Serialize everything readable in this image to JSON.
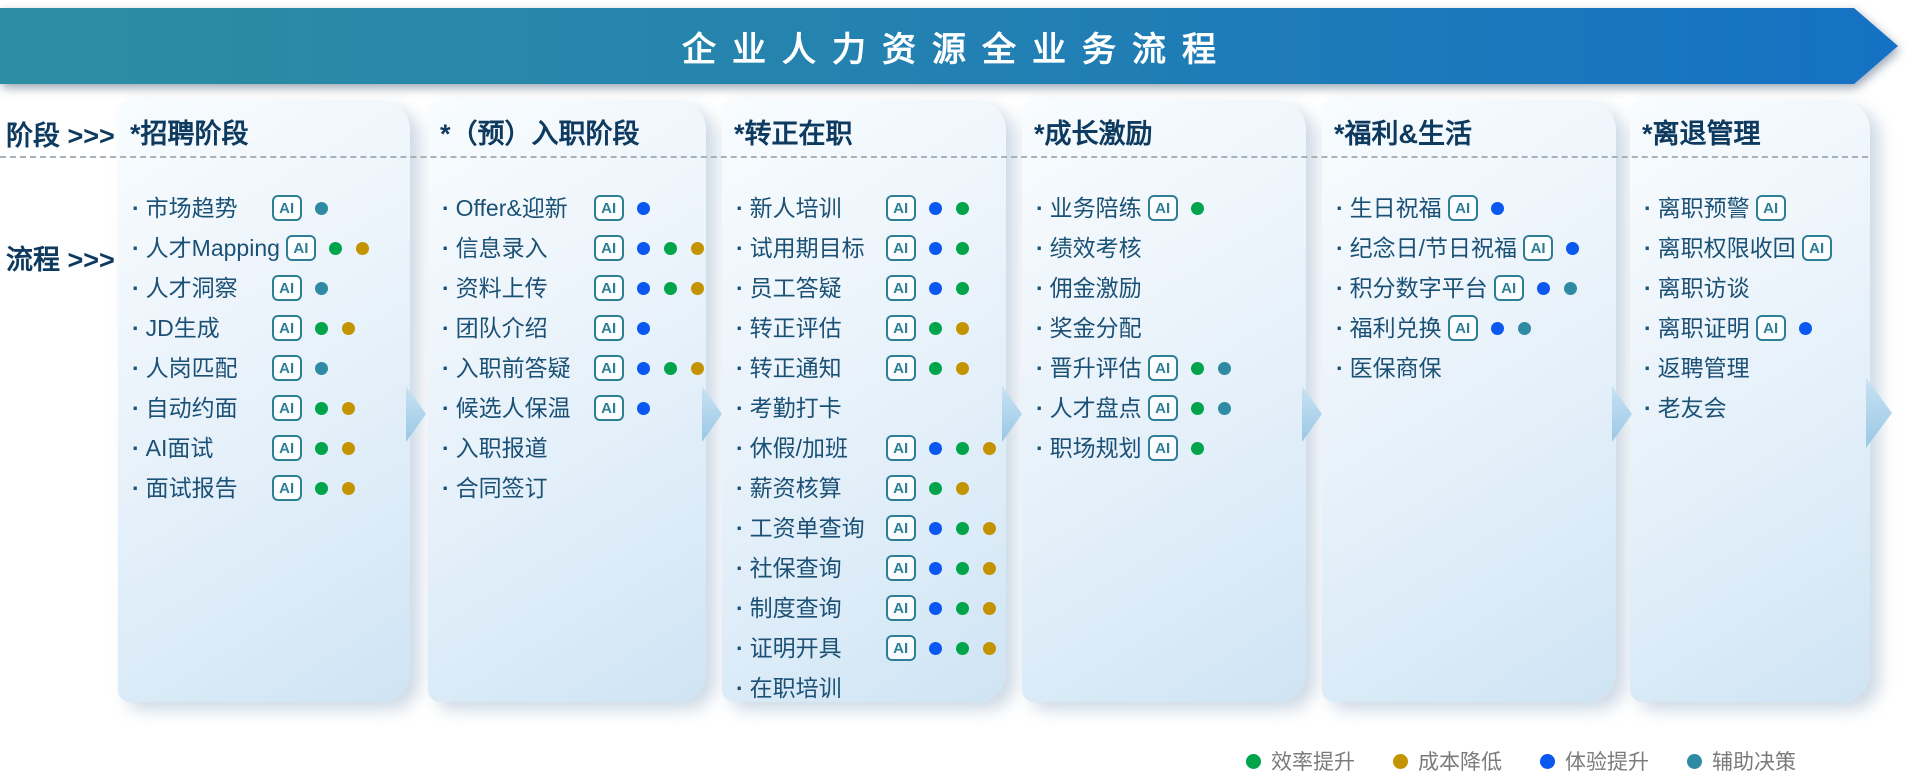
{
  "title": "企业人力资源全业务流程",
  "row_labels": {
    "stage": "阶段 >>>",
    "process": "流程 >>>"
  },
  "ai_badge_label": "AI",
  "colors": {
    "efficiency": "#00A54B",
    "cost": "#C49400",
    "experience": "#0A58F0",
    "decision": "#2F8BA3",
    "banner_left": "#2D8DA2",
    "banner_right": "#1571C3",
    "navy": "#0E3A5F"
  },
  "legend": [
    {
      "label": "效率提升",
      "color": "efficiency"
    },
    {
      "label": "成本降低",
      "color": "cost"
    },
    {
      "label": "体验提升",
      "color": "experience"
    },
    {
      "label": "辅助决策",
      "color": "decision"
    }
  ],
  "columns": [
    {
      "header": "*招聘阶段",
      "items": [
        {
          "label": "市场趋势",
          "ai": true,
          "dots": [
            "decision"
          ]
        },
        {
          "label": "人才Mapping",
          "ai": true,
          "dots": [
            "efficiency",
            "cost"
          ]
        },
        {
          "label": "人才洞察",
          "ai": true,
          "dots": [
            "decision"
          ]
        },
        {
          "label": "JD生成",
          "ai": true,
          "dots": [
            "efficiency",
            "cost"
          ]
        },
        {
          "label": "人岗匹配",
          "ai": true,
          "dots": [
            "decision"
          ]
        },
        {
          "label": "自动约面",
          "ai": true,
          "dots": [
            "efficiency",
            "cost"
          ]
        },
        {
          "label": "AI面试",
          "ai": true,
          "dots": [
            "efficiency",
            "cost"
          ]
        },
        {
          "label": "面试报告",
          "ai": true,
          "dots": [
            "efficiency",
            "cost"
          ]
        }
      ]
    },
    {
      "header": "*（预）入职阶段",
      "items": [
        {
          "label": "Offer&迎新",
          "ai": true,
          "dots": [
            "experience"
          ]
        },
        {
          "label": "信息录入",
          "ai": true,
          "dots": [
            "experience",
            "efficiency",
            "cost"
          ]
        },
        {
          "label": "资料上传",
          "ai": true,
          "dots": [
            "experience",
            "efficiency",
            "cost"
          ]
        },
        {
          "label": "团队介绍",
          "ai": true,
          "dots": [
            "experience"
          ]
        },
        {
          "label": "入职前答疑",
          "ai": true,
          "dots": [
            "experience",
            "efficiency",
            "cost"
          ]
        },
        {
          "label": "候选人保温",
          "ai": true,
          "dots": [
            "experience"
          ]
        },
        {
          "label": "入职报道",
          "ai": false,
          "dots": []
        },
        {
          "label": "合同签订",
          "ai": false,
          "dots": []
        }
      ]
    },
    {
      "header": "*转正在职",
      "items": [
        {
          "label": "新人培训",
          "ai": true,
          "dots": [
            "experience",
            "efficiency"
          ]
        },
        {
          "label": "试用期目标",
          "ai": true,
          "dots": [
            "experience",
            "efficiency"
          ]
        },
        {
          "label": "员工答疑",
          "ai": true,
          "dots": [
            "experience",
            "efficiency"
          ]
        },
        {
          "label": "转正评估",
          "ai": true,
          "dots": [
            "efficiency",
            "cost"
          ]
        },
        {
          "label": "转正通知",
          "ai": true,
          "dots": [
            "efficiency",
            "cost"
          ]
        },
        {
          "label": "考勤打卡",
          "ai": false,
          "dots": []
        },
        {
          "label": "休假/加班",
          "ai": true,
          "dots": [
            "experience",
            "efficiency",
            "cost"
          ]
        },
        {
          "label": "薪资核算",
          "ai": true,
          "dots": [
            "efficiency",
            "cost"
          ]
        },
        {
          "label": "工资单查询",
          "ai": true,
          "dots": [
            "experience",
            "efficiency",
            "cost"
          ]
        },
        {
          "label": "社保查询",
          "ai": true,
          "dots": [
            "experience",
            "efficiency",
            "cost"
          ]
        },
        {
          "label": "制度查询",
          "ai": true,
          "dots": [
            "experience",
            "efficiency",
            "cost"
          ]
        },
        {
          "label": "证明开具",
          "ai": true,
          "dots": [
            "experience",
            "efficiency",
            "cost"
          ]
        },
        {
          "label": "在职培训",
          "ai": false,
          "dots": []
        }
      ]
    },
    {
      "header": "*成长激励",
      "items": [
        {
          "label": "业务陪练",
          "ai": true,
          "dots": [
            "efficiency"
          ]
        },
        {
          "label": "绩效考核",
          "ai": false,
          "dots": []
        },
        {
          "label": "佣金激励",
          "ai": false,
          "dots": []
        },
        {
          "label": "奖金分配",
          "ai": false,
          "dots": []
        },
        {
          "label": "晋升评估",
          "ai": true,
          "dots": [
            "efficiency",
            "decision"
          ]
        },
        {
          "label": "人才盘点",
          "ai": true,
          "dots": [
            "efficiency",
            "decision"
          ]
        },
        {
          "label": "职场规划",
          "ai": true,
          "dots": [
            "efficiency"
          ]
        }
      ]
    },
    {
      "header": "*福利&生活",
      "items": [
        {
          "label": "生日祝福",
          "ai": true,
          "dots": [
            "experience"
          ]
        },
        {
          "label": "纪念日/节日祝福",
          "ai": true,
          "dots": [
            "experience"
          ]
        },
        {
          "label": "积分数字平台",
          "ai": true,
          "dots": [
            "experience",
            "decision"
          ]
        },
        {
          "label": "福利兑换",
          "ai": true,
          "dots": [
            "experience",
            "decision"
          ]
        },
        {
          "label": "医保商保",
          "ai": false,
          "dots": []
        }
      ]
    },
    {
      "header": "*离退管理",
      "items": [
        {
          "label": "离职预警",
          "ai": true,
          "dots": []
        },
        {
          "label": "离职权限收回",
          "ai": true,
          "dots": []
        },
        {
          "label": "离职访谈",
          "ai": false,
          "dots": []
        },
        {
          "label": "离职证明",
          "ai": true,
          "dots": [
            "experience"
          ]
        },
        {
          "label": "返聘管理",
          "ai": false,
          "dots": []
        },
        {
          "label": "老友会",
          "ai": false,
          "dots": []
        }
      ]
    }
  ]
}
